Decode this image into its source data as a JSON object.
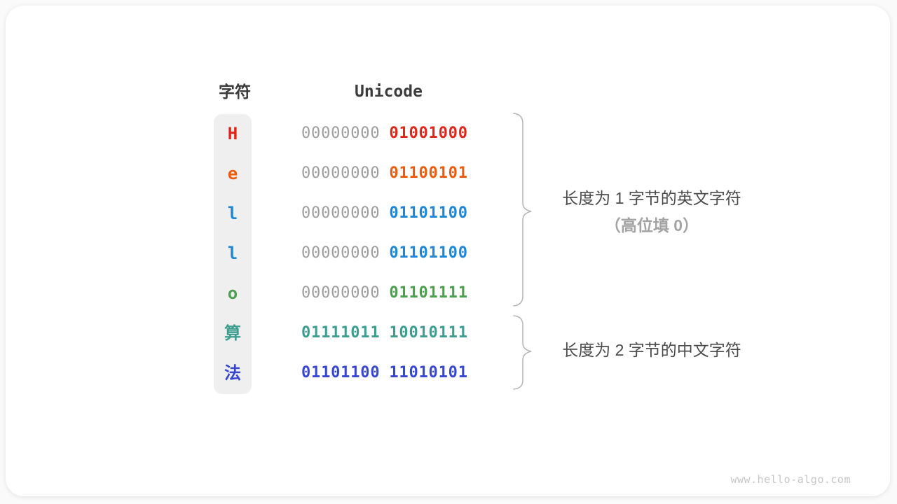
{
  "header": {
    "char_col": "字符",
    "unicode_col": "Unicode"
  },
  "rows": [
    {
      "char": "H",
      "char_color": "#e0261b",
      "byte1": "00000000",
      "byte1_color": "#9d9d9d",
      "byte1_bold": false,
      "byte2": "01001000",
      "byte2_color": "#e0261b"
    },
    {
      "char": "e",
      "char_color": "#ed5c0d",
      "byte1": "00000000",
      "byte1_color": "#9d9d9d",
      "byte1_bold": false,
      "byte2": "01100101",
      "byte2_color": "#ed5c0d"
    },
    {
      "char": "l",
      "char_color": "#1c87d8",
      "byte1": "00000000",
      "byte1_color": "#9d9d9d",
      "byte1_bold": false,
      "byte2": "01101100",
      "byte2_color": "#1c87d8"
    },
    {
      "char": "l",
      "char_color": "#1c87d8",
      "byte1": "00000000",
      "byte1_color": "#9d9d9d",
      "byte1_bold": false,
      "byte2": "01101100",
      "byte2_color": "#1c87d8"
    },
    {
      "char": "o",
      "char_color": "#4ba04f",
      "byte1": "00000000",
      "byte1_color": "#9d9d9d",
      "byte1_bold": false,
      "byte2": "01101111",
      "byte2_color": "#4ba04f"
    },
    {
      "char": "算",
      "char_color": "#3d9e8f",
      "byte1": "01111011",
      "byte1_color": "#3d9e8f",
      "byte1_bold": true,
      "byte2": "10010111",
      "byte2_color": "#3d9e8f"
    },
    {
      "char": "法",
      "char_color": "#3747d0",
      "byte1": "01101100",
      "byte1_color": "#3747d0",
      "byte1_bold": true,
      "byte2": "11010101",
      "byte2_color": "#3747d0"
    }
  ],
  "annotations": {
    "group1_line1": "长度为 1 字节的英文字符",
    "group1_line2": "（高位填 0）",
    "group2_line1": "长度为 2 字节的中文字符"
  },
  "watermark": "www.hello-algo.com",
  "colors": {
    "column_bg": "#efefef",
    "brace": "#b3b3b3",
    "header_text": "#3b3b3b",
    "annotation_dark": "#4b4b4b",
    "annotation_gray": "#a3a3a3",
    "watermark_gray": "#c6c6c6"
  }
}
